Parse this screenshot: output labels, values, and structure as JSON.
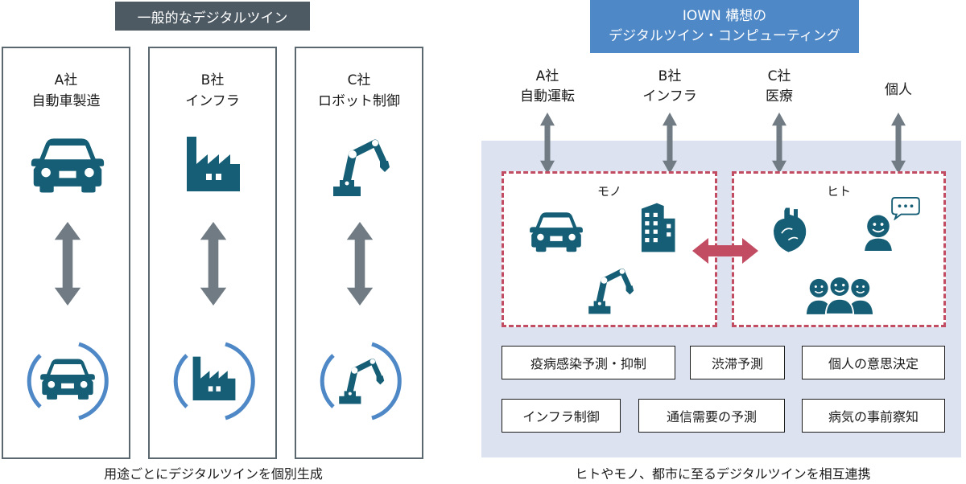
{
  "left": {
    "header": "一般的なデジタルツイン",
    "columns": [
      {
        "line1": "A社",
        "line2": "自動車製造",
        "icon": "car-icon"
      },
      {
        "line1": "B社",
        "line2": "インフラ",
        "icon": "factory-icon"
      },
      {
        "line1": "C社",
        "line2": "ロボット制御",
        "icon": "robot-arm-icon"
      }
    ],
    "caption": "用途ごとにデジタルツインを個別生成"
  },
  "right": {
    "header_line1": "IOWN 構想の",
    "header_line2": "デジタルツイン・コンピューティング",
    "entities": [
      {
        "line1": "A社",
        "line2": "自動運転"
      },
      {
        "line1": "B社",
        "line2": "インフラ"
      },
      {
        "line1": "C社",
        "line2": "医療"
      },
      {
        "line1": "個人",
        "line2": ""
      }
    ],
    "mono_label": "モノ",
    "hito_label": "ヒト",
    "boxes": [
      "疫病感染予測・抑制",
      "渋滞予測",
      "個人の意思決定",
      "インフラ制御",
      "通信需要の予測",
      "病気の事前察知"
    ],
    "caption": "ヒトやモノ、都市に至るデジタルツインを相互連携"
  },
  "colors": {
    "icon": "#155e75",
    "arrow_gray": "#707b83",
    "ring_blue": "#4f88c6",
    "link_red": "#c24d63",
    "panel_bg": "#dce2f0"
  }
}
